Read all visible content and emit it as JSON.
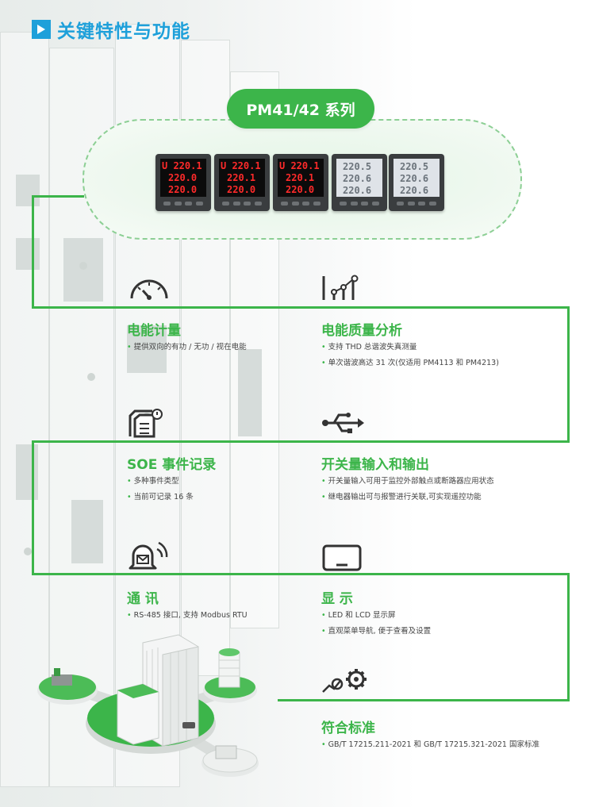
{
  "header": {
    "title": "关键特性与功能"
  },
  "series": {
    "label": "PM41/42 系列"
  },
  "meters": [
    {
      "type": "led",
      "rows": [
        "U 220.1",
        "220.0",
        "220.0"
      ]
    },
    {
      "type": "led",
      "rows": [
        "U 220.1",
        "220.1",
        "220.0"
      ]
    },
    {
      "type": "led",
      "rows": [
        "U 220.1",
        "220.1",
        "220.0"
      ]
    },
    {
      "type": "lcd",
      "rows": [
        "220.5",
        "220.6",
        "220.6"
      ]
    },
    {
      "type": "lcd",
      "rows": [
        "220.5",
        "220.6",
        "220.6"
      ]
    }
  ],
  "features": {
    "energy": {
      "icon": "gauge-icon",
      "title": "电能计量",
      "bullets": [
        "提供双向的有功 / 无功 / 视在电能"
      ]
    },
    "quality": {
      "icon": "chart-analysis-icon",
      "title": "电能质量分析",
      "bullets": [
        "支持 THD 总谐波失真测量",
        "单次谐波高达 31 次(仅适用 PM4113 和 PM4213)"
      ]
    },
    "soe": {
      "icon": "event-log-icon",
      "title": "SOE 事件记录",
      "bullets": [
        "多种事件类型",
        "当前可记录 16 条"
      ]
    },
    "io": {
      "icon": "usb-icon",
      "title": "开关量输入和输出",
      "bullets": [
        "开关量输入可用于监控外部触点或断路器应用状态",
        "继电器输出可与报警进行关联,可实现遥控功能"
      ]
    },
    "comm": {
      "icon": "bell-communication-icon",
      "title": "通 讯",
      "bullets": [
        "RS-485 接口, 支持 Modbus RTU"
      ]
    },
    "display": {
      "icon": "tablet-display-icon",
      "title": "显 示",
      "bullets": [
        "LED 和 LCD 显示屏",
        "直观菜单导航, 便于查看及设置"
      ]
    },
    "standard": {
      "icon": "gears-icon",
      "title": "符合标准",
      "bullets": [
        "GB/T 17215.211-2021 和 GB/T 17215.321-2021 国家标准"
      ]
    }
  },
  "colors": {
    "brand_green": "#3cb54a",
    "header_blue": "#1ea0da",
    "led_red": "#ff2a2a"
  }
}
